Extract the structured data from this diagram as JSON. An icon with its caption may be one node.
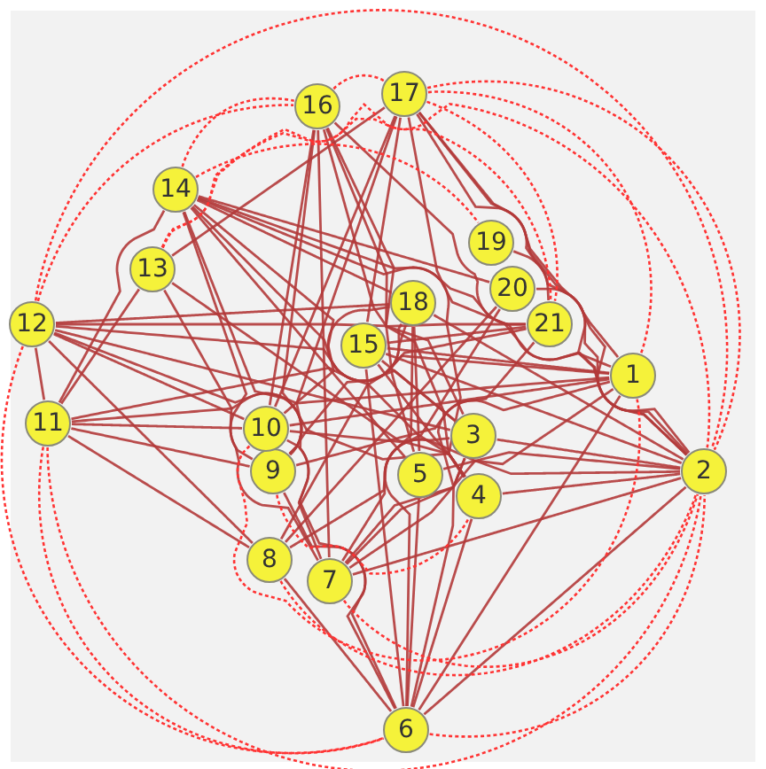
{
  "diagram": {
    "nodes": [
      {
        "text": [
          "1"
        ]
      },
      {
        "text": [
          "2"
        ]
      },
      {
        "text": [
          "3"
        ]
      },
      {
        "text": [
          "4"
        ]
      },
      {
        "text": [
          "5"
        ]
      },
      {
        "text": [
          "6"
        ]
      },
      {
        "text": [
          "7"
        ]
      },
      {
        "text": [
          "8"
        ]
      },
      {
        "text": [
          "9"
        ]
      },
      {
        "text": [
          "10"
        ]
      },
      {
        "text": [
          "11"
        ]
      },
      {
        "text": [
          "12"
        ]
      },
      {
        "text": [
          "13"
        ]
      },
      {
        "text": [
          "14"
        ]
      },
      {
        "text": [
          "15"
        ]
      },
      {
        "text": [
          "16"
        ]
      },
      {
        "text": [
          "17"
        ]
      },
      {
        "text": [
          "18"
        ]
      },
      {
        "text": [
          "19"
        ]
      },
      {
        "text": [
          "20"
        ]
      },
      {
        "text": [
          "21"
        ]
      }
    ],
    "edges": [
      {
        "from": 13,
        "to": 2,
        "arrow": "none"
      },
      {
        "from": 13,
        "to": 4,
        "arrow": "none"
      },
      {
        "from": 13,
        "to": 20,
        "arrow": "none"
      },
      {
        "from": 13,
        "to": 19,
        "arrow": "none"
      },
      {
        "from": 13,
        "to": 0,
        "arrow": "none"
      },
      {
        "from": 13,
        "to": 3,
        "arrow": "none"
      },
      {
        "from": 13,
        "to": 8,
        "arrow": "none"
      },
      {
        "from": 13,
        "to": 6,
        "arrow": "none"
      },
      {
        "from": 13,
        "to": 17,
        "arrow": "none"
      },
      {
        "from": 15,
        "to": 6,
        "arrow": "none"
      },
      {
        "from": 15,
        "to": 4,
        "arrow": "none"
      },
      {
        "from": 15,
        "to": 2,
        "arrow": "none"
      },
      {
        "from": 15,
        "to": 3,
        "arrow": "none"
      },
      {
        "from": 15,
        "to": 8,
        "arrow": "none"
      },
      {
        "from": 15,
        "to": 9,
        "arrow": "none"
      },
      {
        "from": 15,
        "to": 1,
        "arrow": "none"
      },
      {
        "from": 16,
        "to": 0,
        "arrow": "none"
      },
      {
        "from": 16,
        "to": 20,
        "arrow": "none"
      },
      {
        "from": 16,
        "to": 3,
        "arrow": "none"
      },
      {
        "from": 16,
        "to": 12,
        "arrow": "none"
      },
      {
        "from": 16,
        "to": 9,
        "arrow": "none"
      },
      {
        "from": 16,
        "to": 8,
        "arrow": "none"
      },
      {
        "from": 16,
        "to": 14,
        "arrow": "none"
      },
      {
        "from": 16,
        "to": 1,
        "arrow": "none"
      },
      {
        "from": 10,
        "to": 0,
        "arrow": "none"
      },
      {
        "from": 10,
        "to": 8,
        "arrow": "none"
      },
      {
        "from": 10,
        "to": 20,
        "arrow": "none"
      },
      {
        "from": 10,
        "to": 9,
        "arrow": "none"
      },
      {
        "from": 10,
        "to": 7,
        "arrow": "none"
      },
      {
        "from": 10,
        "to": 11,
        "arrow": "none"
      },
      {
        "from": 10,
        "to": 13,
        "arrow": "none"
      },
      {
        "from": 10,
        "to": 12,
        "arrow": "none"
      },
      {
        "from": 11,
        "to": 2,
        "arrow": "none"
      },
      {
        "from": 11,
        "to": 0,
        "arrow": "none"
      },
      {
        "from": 11,
        "to": 20,
        "arrow": "none"
      },
      {
        "from": 11,
        "to": 7,
        "arrow": "none"
      },
      {
        "from": 11,
        "to": 9,
        "arrow": "none"
      },
      {
        "from": 11,
        "to": 17,
        "arrow": "none"
      },
      {
        "from": 11,
        "to": 3,
        "arrow": "none"
      },
      {
        "from": 12,
        "to": 6,
        "arrow": "none"
      },
      {
        "from": 12,
        "to": 3,
        "arrow": "none"
      },
      {
        "from": 1,
        "to": 17,
        "arrow": "none"
      },
      {
        "from": 1,
        "to": 14,
        "arrow": "none"
      },
      {
        "from": 1,
        "to": 9,
        "arrow": "none"
      },
      {
        "from": 1,
        "to": 6,
        "arrow": "none"
      },
      {
        "from": 1,
        "to": 2,
        "arrow": "none"
      },
      {
        "from": 1,
        "to": 3,
        "arrow": "none"
      },
      {
        "from": 1,
        "to": 4,
        "arrow": "none"
      },
      {
        "from": 1,
        "to": 19,
        "arrow": "none"
      },
      {
        "from": 1,
        "to": 5,
        "arrow": "none"
      },
      {
        "from": 1,
        "to": 18,
        "arrow": "none"
      },
      {
        "from": 5,
        "to": 2,
        "arrow": "none"
      },
      {
        "from": 5,
        "to": 3,
        "arrow": "none"
      },
      {
        "from": 5,
        "to": 4,
        "arrow": "none"
      },
      {
        "from": 5,
        "to": 14,
        "arrow": "none"
      },
      {
        "from": 5,
        "to": 17,
        "arrow": "none"
      },
      {
        "from": 5,
        "to": 8,
        "arrow": "none"
      },
      {
        "from": 5,
        "to": 9,
        "arrow": "none"
      },
      {
        "from": 5,
        "to": 7,
        "arrow": "none"
      },
      {
        "from": 0,
        "to": 9,
        "arrow": "none"
      },
      {
        "from": 0,
        "to": 8,
        "arrow": "none"
      },
      {
        "from": 0,
        "to": 6,
        "arrow": "none"
      },
      {
        "from": 0,
        "to": 5,
        "arrow": "none"
      },
      {
        "from": 0,
        "to": 14,
        "arrow": "none"
      },
      {
        "from": 6,
        "to": 2,
        "arrow": "none"
      },
      {
        "from": 6,
        "to": 19,
        "arrow": "none"
      },
      {
        "from": 6,
        "to": 20,
        "arrow": "none"
      },
      {
        "from": 7,
        "to": 17,
        "arrow": "none"
      },
      {
        "from": 7,
        "to": 19,
        "arrow": "none"
      },
      {
        "from": 7,
        "to": 2,
        "arrow": "none"
      },
      {
        "from": 14,
        "to": 2,
        "arrow": "none"
      },
      {
        "from": 14,
        "to": 3,
        "arrow": "none"
      },
      {
        "from": 14,
        "to": 20,
        "arrow": "none"
      },
      {
        "from": 17,
        "to": 8,
        "arrow": "none"
      },
      {
        "from": 17,
        "to": 9,
        "arrow": "none"
      },
      {
        "from": 17,
        "to": 4,
        "arrow": "none"
      },
      {
        "from": 5,
        "to": 1,
        "arrow": "none",
        "style": "dashed",
        "color": "#ff3333"
      },
      {
        "from": 10,
        "to": 5,
        "arrow": "none",
        "style": "dashed",
        "color": "#ff3333"
      },
      {
        "from": 11,
        "to": 15,
        "arrow": "none",
        "style": "dashed",
        "color": "#ff3333"
      },
      {
        "from": 13,
        "to": 15,
        "arrow": "none",
        "style": "dashed",
        "color": "#ff3333"
      },
      {
        "from": 16,
        "to": 0,
        "arrow": "none",
        "style": "dashed",
        "color": "#ff3333"
      },
      {
        "from": 16,
        "to": 1,
        "arrow": "none",
        "style": "dashed",
        "color": "#ff3333"
      },
      {
        "from": 15,
        "to": 16,
        "arrow": "none",
        "style": "dashed",
        "color": "#ff3333"
      },
      {
        "from": 10,
        "to": 1,
        "arrow": "none",
        "style": "dashed",
        "color": "#ff3333"
      },
      {
        "from": 11,
        "to": 1,
        "arrow": "none",
        "style": "dashed",
        "color": "#ff3333"
      },
      {
        "from": 12,
        "to": 1,
        "arrow": "none",
        "style": "dashed",
        "color": "#ff3333"
      },
      {
        "from": 7,
        "to": 1,
        "arrow": "none",
        "style": "dashed",
        "color": "#ff3333"
      },
      {
        "from": 6,
        "to": 1,
        "arrow": "none",
        "style": "dashed",
        "color": "#ff3333"
      },
      {
        "from": 12,
        "to": 20,
        "arrow": "none",
        "style": "dashed",
        "color": "#ff3333"
      },
      {
        "from": 13,
        "to": 18,
        "arrow": "none",
        "style": "dashed",
        "color": "#ff3333"
      },
      {
        "from": 9,
        "to": 0,
        "arrow": "none",
        "style": "dashed",
        "color": "#ff3333"
      },
      {
        "from": 8,
        "to": 3,
        "arrow": "none",
        "style": "dashed",
        "color": "#ff3333"
      },
      {
        "from": 11,
        "to": 5,
        "arrow": "none",
        "style": "dashed",
        "color": "#ff3333"
      },
      {
        "from": 16,
        "to": 20,
        "arrow": "none",
        "style": "dashed",
        "color": "#ff3333"
      }
    ]
  }
}
